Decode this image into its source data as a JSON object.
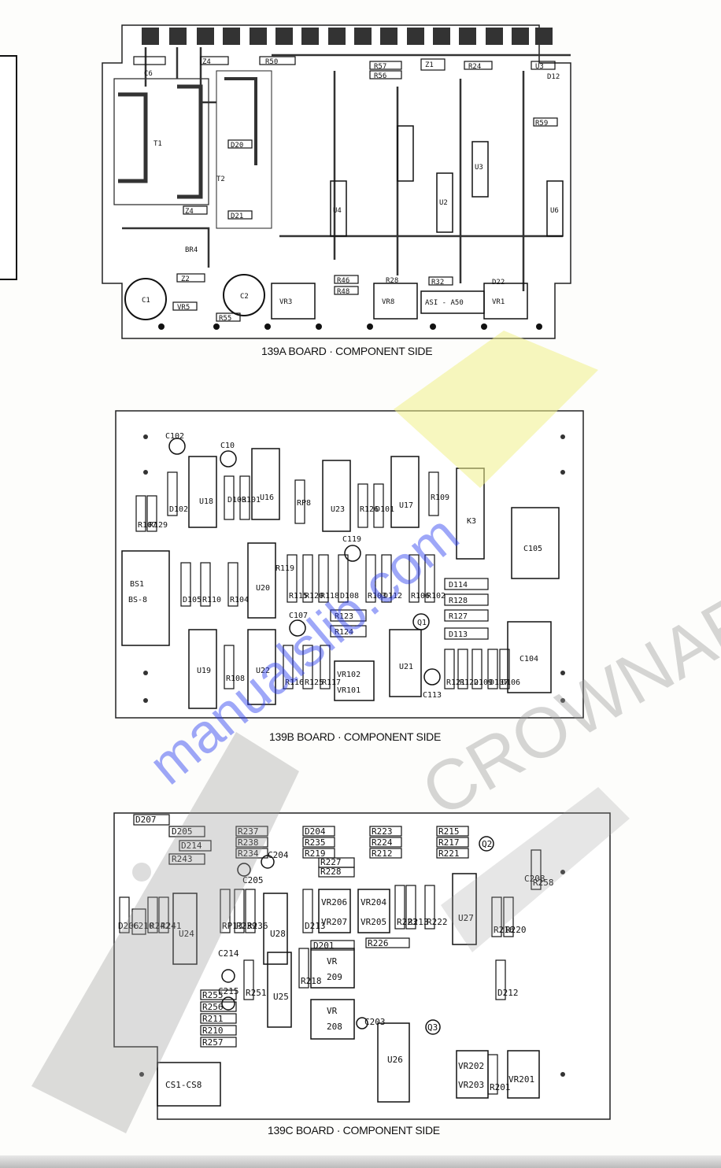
{
  "boards": [
    {
      "caption": "139A BOARD · COMPONENT SIDE",
      "labels": [
        "T1",
        "T2",
        "Z4",
        "R50",
        "C6",
        "Z1",
        "R57",
        "R56",
        "R24",
        "U3",
        "D12",
        "R59",
        "U6",
        "D20",
        "D21",
        "U4",
        "U2",
        "U3",
        "Z4",
        "Z2",
        "C1",
        "C2",
        "VR3",
        "VR5",
        "VR8",
        "VR1",
        "R46",
        "R48",
        "R32",
        "D22",
        "R55",
        "ASI - A50",
        "R28",
        "BR4"
      ]
    },
    {
      "caption": "139B BOARD · COMPONENT SIDE",
      "labels": [
        "C102",
        "C10",
        "D102",
        "U18",
        "D103",
        "R101",
        "U16",
        "RP8",
        "U23",
        "R126",
        "D101",
        "U17",
        "R109",
        "K3",
        "C105",
        "R107",
        "R129",
        "BS1",
        "BS-8",
        "D105",
        "R110",
        "R104",
        "U20",
        "R115",
        "R120",
        "R118",
        "D108",
        "R103",
        "D112",
        "R106",
        "R102",
        "D114",
        "R128",
        "R127",
        "D113",
        "C119",
        "C107",
        "R123",
        "R124",
        "Q1",
        "U19",
        "R108",
        "U22",
        "R116",
        "R125",
        "R117",
        "VR102",
        "VR101",
        "U21",
        "R121",
        "R122",
        "D109",
        "D107",
        "D106",
        "C104",
        "C113",
        "R119"
      ]
    },
    {
      "caption": "139C BOARD · COMPONENT SIDE",
      "labels": [
        "D207",
        "D205",
        "R237",
        "R238",
        "R234",
        "D204",
        "R235",
        "R219",
        "R223",
        "R224",
        "R212",
        "R215",
        "R217",
        "R221",
        "Q2",
        "D214",
        "R243",
        "R227",
        "R228",
        "C204",
        "C205",
        "D206",
        "C210",
        "R242",
        "R241",
        "U24",
        "RP13",
        "R239",
        "R236",
        "U28",
        "D213",
        "VR206",
        "VR207",
        "VR204",
        "VR205",
        "R223",
        "R213",
        "R222",
        "U27",
        "R216",
        "R220",
        "R258",
        "D201",
        "R226",
        "C214",
        "C215",
        "R251",
        "U25",
        "R218",
        "VR",
        "209",
        "VR",
        "208",
        "C203",
        "Q3",
        "R255",
        "R256",
        "R211",
        "R210",
        "R257",
        "U26",
        "VR202",
        "VR203",
        "R201",
        "VR201",
        "CS1-CS8",
        "C208",
        "D212"
      ]
    }
  ],
  "watermark": {
    "text": "manualslib.com",
    "brand": "CROWNAR",
    "colors": {
      "gray": "#9a9a9a",
      "blue": "#2b3df0",
      "yellow": "#f0f08a"
    }
  }
}
